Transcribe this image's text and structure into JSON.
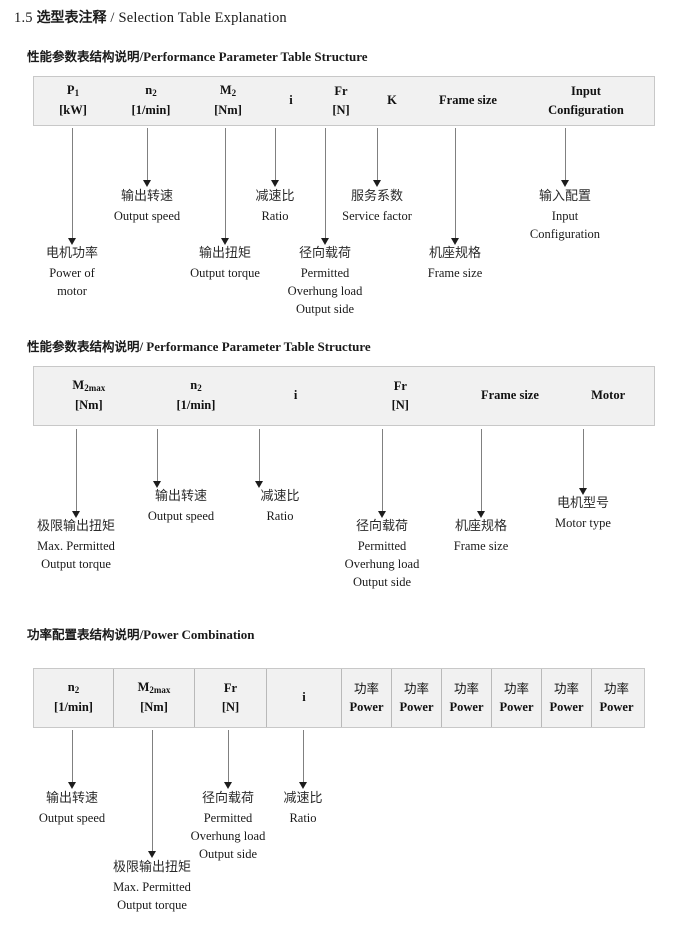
{
  "document": {
    "section_number": "1.5",
    "title_cn": "选型表注释",
    "title_sep": "/",
    "title_en": "Selection Table Explanation"
  },
  "sections": [
    {
      "id": "performance-parameter-1",
      "heading_cn": "性能参数表结构说明",
      "heading_sep": "/",
      "heading_en": "Performance Parameter Table Structure",
      "table": {
        "divided": false,
        "columns": [
          {
            "symbol": "P",
            "sub": "1",
            "unit": "[kW]"
          },
          {
            "symbol": "n",
            "sub": "2",
            "unit": "[1/min]"
          },
          {
            "symbol": "M",
            "sub": "2",
            "unit": "[Nm]"
          },
          {
            "symbol": "i",
            "sub": "",
            "unit": ""
          },
          {
            "symbol": "Fr",
            "sub": "",
            "unit": "[N]"
          },
          {
            "symbol": "K",
            "sub": "",
            "unit": ""
          },
          {
            "symbol": "Frame size",
            "sub": "",
            "unit": ""
          },
          {
            "symbol": "Input",
            "sub": "",
            "unit": "Configuration"
          }
        ]
      },
      "notes": [
        {
          "cn": "电机功率",
          "en": [
            "Power of",
            "motor"
          ]
        },
        {
          "cn": "输出转速",
          "en": [
            "Output speed"
          ]
        },
        {
          "cn": "输出扭矩",
          "en": [
            "Output torque"
          ]
        },
        {
          "cn": "减速比",
          "en": [
            "Ratio"
          ]
        },
        {
          "cn": "径向载荷",
          "en": [
            "Permitted",
            "Overhung load",
            "Output side"
          ]
        },
        {
          "cn": "服务系数",
          "en": [
            "Service factor"
          ]
        },
        {
          "cn": "机座规格",
          "en": [
            "Frame size"
          ]
        },
        {
          "cn": "输入配置",
          "en": [
            "Input",
            "Configuration"
          ]
        }
      ]
    },
    {
      "id": "performance-parameter-2",
      "heading_cn": "性能参数表结构说明",
      "heading_sep": "/",
      "heading_en": "Performance Parameter Table Structure",
      "table": {
        "divided": false,
        "columns": [
          {
            "symbol": "M",
            "sub": "2max",
            "unit": "[Nm]"
          },
          {
            "symbol": "n",
            "sub": "2",
            "unit": "[1/min]"
          },
          {
            "symbol": "i",
            "sub": "",
            "unit": ""
          },
          {
            "symbol": "Fr",
            "sub": "",
            "unit": "[N]"
          },
          {
            "symbol": "Frame size",
            "sub": "",
            "unit": ""
          },
          {
            "symbol": "Motor",
            "sub": "",
            "unit": ""
          }
        ]
      },
      "notes": [
        {
          "cn": "极限输出扭矩",
          "en": [
            "Max. Permitted",
            "Output  torque"
          ]
        },
        {
          "cn": "输出转速",
          "en": [
            "Output speed"
          ]
        },
        {
          "cn": "减速比",
          "en": [
            "Ratio"
          ]
        },
        {
          "cn": "径向载荷",
          "en": [
            "Permitted",
            "Overhung load",
            "Output side"
          ]
        },
        {
          "cn": "机座规格",
          "en": [
            "Frame size"
          ]
        },
        {
          "cn": "电机型号",
          "en": [
            "Motor type"
          ]
        }
      ]
    },
    {
      "id": "power-combination",
      "heading_cn": "功率配置表结构说明",
      "heading_sep": "/",
      "heading_en": "Power Combination",
      "table": {
        "divided": true,
        "columns": [
          {
            "symbol": "n",
            "sub": "2",
            "unit": "[1/min]"
          },
          {
            "symbol": "M",
            "sub": "2max",
            "unit": "[Nm]"
          },
          {
            "symbol": "Fr",
            "sub": "",
            "unit": "[N]"
          },
          {
            "symbol": "i",
            "sub": "",
            "unit": ""
          },
          {
            "cn": "功率",
            "unit": "Power"
          },
          {
            "cn": "功率",
            "unit": "Power"
          },
          {
            "cn": "功率",
            "unit": "Power"
          },
          {
            "cn": "功率",
            "unit": "Power"
          },
          {
            "cn": "功率",
            "unit": "Power"
          },
          {
            "cn": "功率",
            "unit": "Power"
          }
        ]
      },
      "notes": [
        {
          "cn": "输出转速",
          "en": [
            "Output speed"
          ]
        },
        {
          "cn": "极限输出扭矩",
          "en": [
            "Max. Permitted",
            "Output  torque"
          ]
        },
        {
          "cn": "径向载荷",
          "en": [
            "Permitted",
            "Overhung load",
            "Output side"
          ]
        },
        {
          "cn": "减速比",
          "en": [
            "Ratio"
          ]
        }
      ]
    }
  ]
}
